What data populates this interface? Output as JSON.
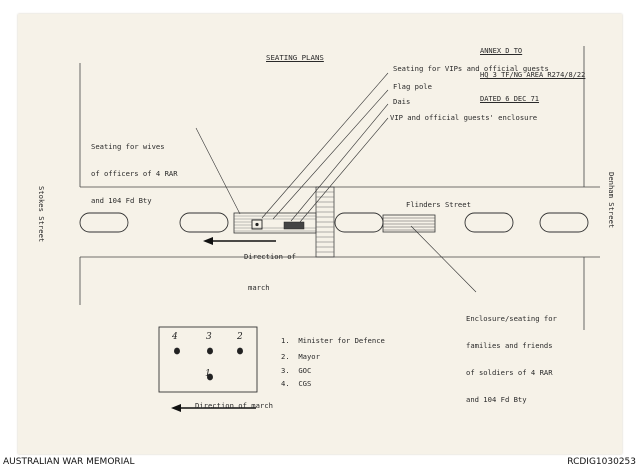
{
  "annex": {
    "line1": "ANNEX D TO",
    "line2": "HQ 3 TF/NG AREA R274/8/22",
    "line3": "DATED 6 DEC 71"
  },
  "title": "SEATING PLANS",
  "streets": {
    "left": "Stokes Street",
    "right": "Denham Street",
    "middle": "Flinders Street"
  },
  "labels": {
    "vip_seating": "Seating for VIPs and official guests",
    "flag_pole": "Flag pole",
    "dais": "Dais",
    "vip_enclosure": "VIP and official guests' enclosure",
    "wives": [
      "Seating for wives",
      "of officers of 4 RAR",
      "and 104 Fd Bty"
    ],
    "direction_road": [
      "Direction of",
      "march"
    ],
    "families": [
      "Enclosure/seating for",
      "families and friends",
      "of soldiers of 4 RAR",
      "and 104 Fd Bty"
    ],
    "direction_bottom": "Direction of march"
  },
  "dais_positions": [
    "4",
    "3",
    "2",
    "1"
  ],
  "legend": [
    {
      "num": "1.",
      "text": "Minister for Defence"
    },
    {
      "num": "2.",
      "text": "Mayor"
    },
    {
      "num": "3.",
      "text": "GOC"
    },
    {
      "num": "4.",
      "text": "CGS"
    }
  ],
  "footer": {
    "left": "AUSTRALIAN WAR MEMORIAL",
    "right": "RCDIG1030253"
  }
}
